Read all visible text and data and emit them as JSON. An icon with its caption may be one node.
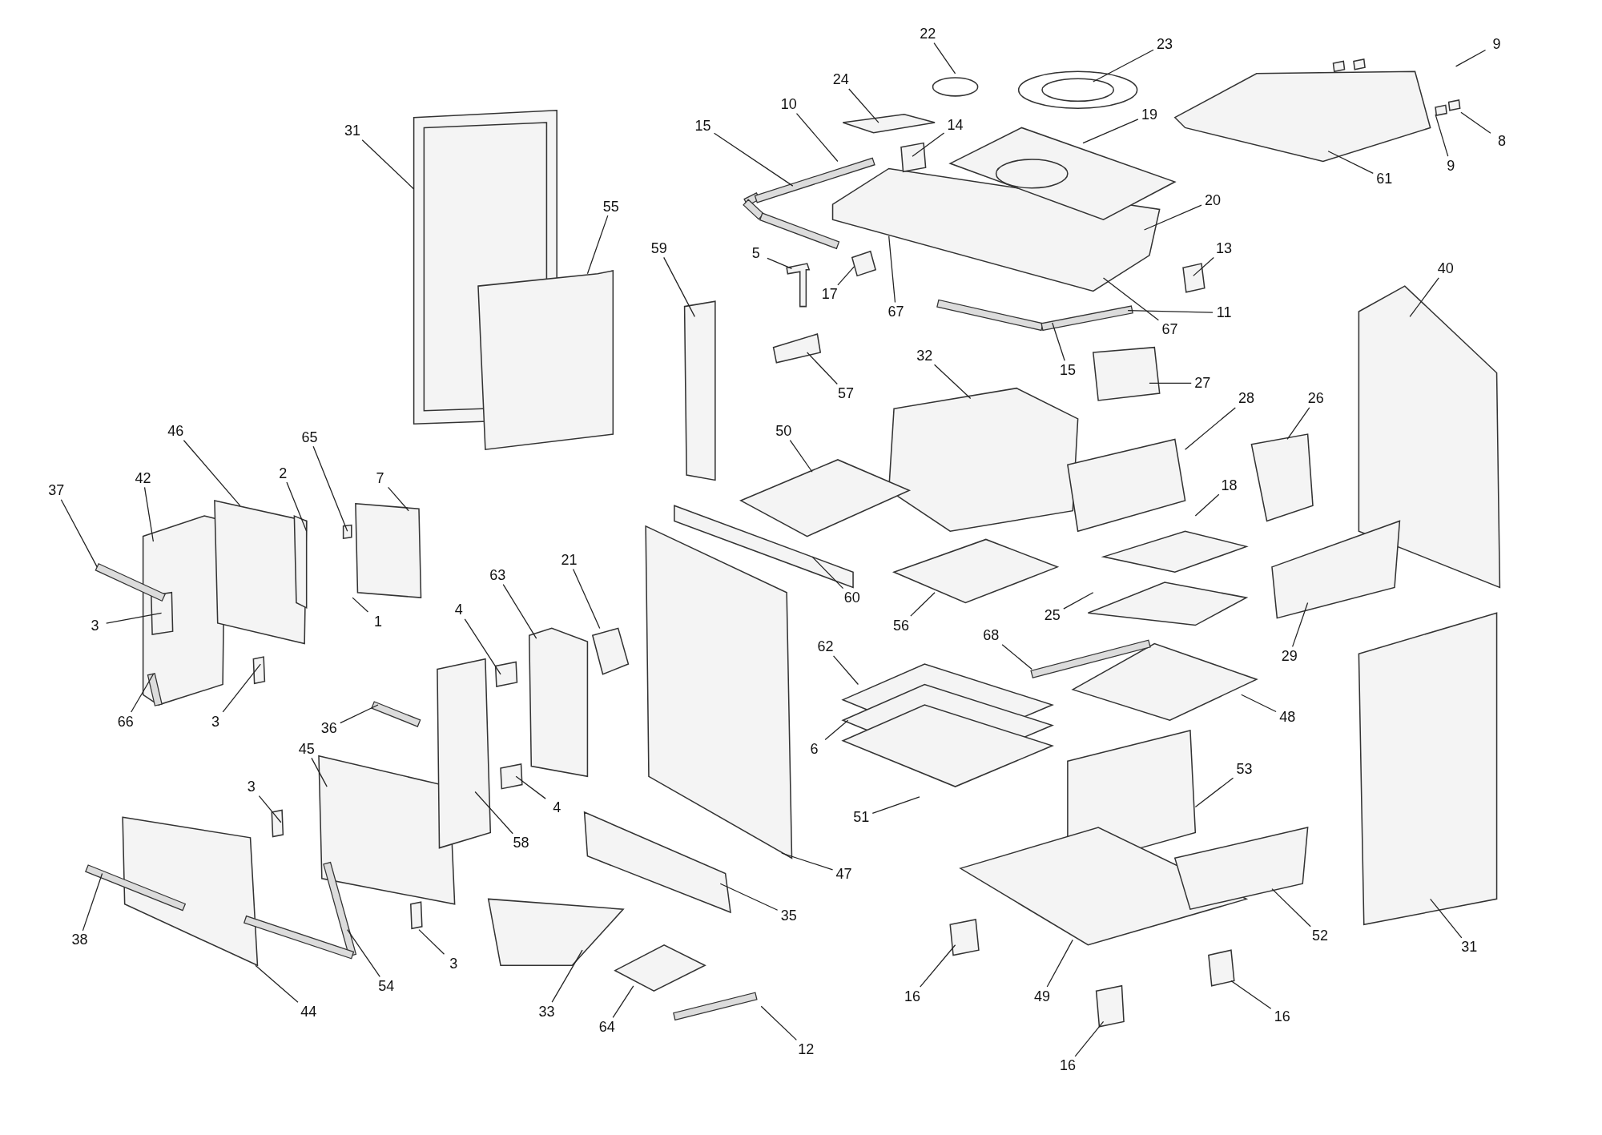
{
  "diagram": {
    "nodes": [
      {
        "text": [
          "31"
        ]
      },
      {
        "text": [
          "55"
        ]
      },
      {
        "text": [
          "59"
        ]
      },
      {
        "text": [
          "15"
        ]
      },
      {
        "text": [
          "10"
        ]
      },
      {
        "text": [
          "24"
        ]
      },
      {
        "text": [
          "22"
        ]
      },
      {
        "text": [
          "14"
        ]
      },
      {
        "text": [
          "23"
        ]
      },
      {
        "text": [
          "19"
        ]
      },
      {
        "text": [
          "9"
        ]
      },
      {
        "text": [
          "8"
        ]
      },
      {
        "text": [
          "9"
        ]
      },
      {
        "text": [
          "61"
        ]
      },
      {
        "text": [
          "5"
        ]
      },
      {
        "text": [
          "17"
        ]
      },
      {
        "text": [
          "67"
        ]
      },
      {
        "text": [
          "20"
        ]
      },
      {
        "text": [
          "67"
        ]
      },
      {
        "text": [
          "13"
        ]
      },
      {
        "text": [
          "11"
        ]
      },
      {
        "text": [
          "15"
        ]
      },
      {
        "text": [
          "57"
        ]
      },
      {
        "text": [
          "32"
        ]
      },
      {
        "text": [
          "27"
        ]
      },
      {
        "text": [
          "40"
        ]
      },
      {
        "text": [
          "28"
        ]
      },
      {
        "text": [
          "26"
        ]
      },
      {
        "text": [
          "18"
        ]
      },
      {
        "text": [
          "50"
        ]
      },
      {
        "text": [
          "42"
        ]
      },
      {
        "text": [
          "46"
        ]
      },
      {
        "text": [
          "65"
        ]
      },
      {
        "text": [
          "7"
        ]
      },
      {
        "text": [
          "37"
        ]
      },
      {
        "text": [
          "2"
        ]
      },
      {
        "text": [
          "3"
        ]
      },
      {
        "text": [
          "1"
        ]
      },
      {
        "text": [
          "66"
        ]
      },
      {
        "text": [
          "3"
        ]
      },
      {
        "text": [
          "63"
        ]
      },
      {
        "text": [
          "21"
        ]
      },
      {
        "text": [
          "4"
        ]
      },
      {
        "text": [
          "60"
        ]
      },
      {
        "text": [
          "56"
        ]
      },
      {
        "text": [
          "25"
        ]
      },
      {
        "text": [
          "29"
        ]
      },
      {
        "text": [
          "68"
        ]
      },
      {
        "text": [
          "62"
        ]
      },
      {
        "text": [
          "48"
        ]
      },
      {
        "text": [
          "36"
        ]
      },
      {
        "text": [
          "45"
        ]
      },
      {
        "text": [
          "6"
        ]
      },
      {
        "text": [
          "4"
        ]
      },
      {
        "text": [
          "58"
        ]
      },
      {
        "text": [
          "51"
        ]
      },
      {
        "text": [
          "53"
        ]
      },
      {
        "text": [
          "47"
        ]
      },
      {
        "text": [
          "3"
        ]
      },
      {
        "text": [
          "35"
        ]
      },
      {
        "text": [
          "31"
        ]
      },
      {
        "text": [
          "52"
        ]
      },
      {
        "text": [
          "38"
        ]
      },
      {
        "text": [
          "3"
        ]
      },
      {
        "text": [
          "54"
        ]
      },
      {
        "text": [
          "44"
        ]
      },
      {
        "text": [
          "33"
        ]
      },
      {
        "text": [
          "64"
        ]
      },
      {
        "text": [
          "12"
        ]
      },
      {
        "text": [
          "16"
        ]
      },
      {
        "text": [
          "49"
        ]
      },
      {
        "text": [
          "16"
        ]
      },
      {
        "text": [
          "16"
        ]
      }
    ],
    "edges": [
      {
        "from": 0,
        "to": null,
        "arrow": "none"
      },
      {
        "from": 1,
        "to": null,
        "arrow": "none"
      },
      {
        "from": 2,
        "to": null,
        "arrow": "none"
      },
      {
        "from": 3,
        "to": null,
        "arrow": "none"
      },
      {
        "from": 4,
        "to": null,
        "arrow": "none"
      },
      {
        "from": 5,
        "to": null,
        "arrow": "none"
      },
      {
        "from": 6,
        "to": null,
        "arrow": "none"
      },
      {
        "from": 7,
        "to": null,
        "arrow": "none"
      },
      {
        "from": 8,
        "to": null,
        "arrow": "none"
      },
      {
        "from": 9,
        "to": null,
        "arrow": "none"
      },
      {
        "from": 10,
        "to": null,
        "arrow": "none"
      },
      {
        "from": 11,
        "to": null,
        "arrow": "none"
      },
      {
        "from": 12,
        "to": null,
        "arrow": "none"
      },
      {
        "from": 13,
        "to": null,
        "arrow": "none"
      },
      {
        "from": 14,
        "to": null,
        "arrow": "none"
      },
      {
        "from": 15,
        "to": null,
        "arrow": "none"
      },
      {
        "from": 16,
        "to": null,
        "arrow": "none"
      },
      {
        "from": 17,
        "to": null,
        "arrow": "none"
      },
      {
        "from": 18,
        "to": null,
        "arrow": "none"
      },
      {
        "from": 19,
        "to": null,
        "arrow": "none"
      },
      {
        "from": 20,
        "to": null,
        "arrow": "none"
      },
      {
        "from": 21,
        "to": null,
        "arrow": "none"
      },
      {
        "from": 22,
        "to": null,
        "arrow": "none"
      },
      {
        "from": 23,
        "to": null,
        "arrow": "none"
      },
      {
        "from": 24,
        "to": null,
        "arrow": "none"
      },
      {
        "from": 25,
        "to": null,
        "arrow": "none"
      },
      {
        "from": 26,
        "to": null,
        "arrow": "none"
      },
      {
        "from": 27,
        "to": null,
        "arrow": "none"
      },
      {
        "from": 28,
        "to": null,
        "arrow": "none"
      },
      {
        "from": 29,
        "to": null,
        "arrow": "none"
      },
      {
        "from": 30,
        "to": null,
        "arrow": "none"
      },
      {
        "from": 31,
        "to": null,
        "arrow": "none"
      },
      {
        "from": 32,
        "to": null,
        "arrow": "none"
      },
      {
        "from": 33,
        "to": null,
        "arrow": "none"
      },
      {
        "from": 34,
        "to": null,
        "arrow": "none"
      },
      {
        "from": 35,
        "to": null,
        "arrow": "none"
      },
      {
        "from": 36,
        "to": null,
        "arrow": "none"
      },
      {
        "from": 37,
        "to": null,
        "arrow": "none"
      },
      {
        "from": 38,
        "to": null,
        "arrow": "none"
      },
      {
        "from": 39,
        "to": null,
        "arrow": "none"
      },
      {
        "from": 40,
        "to": null,
        "arrow": "none"
      },
      {
        "from": 41,
        "to": null,
        "arrow": "none"
      },
      {
        "from": 42,
        "to": null,
        "arrow": "none"
      },
      {
        "from": 43,
        "to": null,
        "arrow": "none"
      },
      {
        "from": 44,
        "to": null,
        "arrow": "none"
      },
      {
        "from": 45,
        "to": null,
        "arrow": "none"
      },
      {
        "from": 46,
        "to": null,
        "arrow": "none"
      },
      {
        "from": 47,
        "to": null,
        "arrow": "none"
      },
      {
        "from": 48,
        "to": null,
        "arrow": "none"
      },
      {
        "from": 49,
        "to": null,
        "arrow": "none"
      },
      {
        "from": 50,
        "to": null,
        "arrow": "none"
      },
      {
        "from": 51,
        "to": null,
        "arrow": "none"
      },
      {
        "from": 52,
        "to": null,
        "arrow": "none"
      },
      {
        "from": 53,
        "to": null,
        "arrow": "none"
      },
      {
        "from": 54,
        "to": null,
        "arrow": "none"
      },
      {
        "from": 55,
        "to": null,
        "arrow": "none"
      },
      {
        "from": 56,
        "to": null,
        "arrow": "none"
      },
      {
        "from": 57,
        "to": null,
        "arrow": "none"
      },
      {
        "from": 58,
        "to": null,
        "arrow": "none"
      },
      {
        "from": 59,
        "to": null,
        "arrow": "none"
      },
      {
        "from": 60,
        "to": null,
        "arrow": "none"
      },
      {
        "from": 61,
        "to": null,
        "arrow": "none"
      },
      {
        "from": 62,
        "to": null,
        "arrow": "none"
      },
      {
        "from": 63,
        "to": null,
        "arrow": "none"
      },
      {
        "from": 64,
        "to": null,
        "arrow": "none"
      },
      {
        "from": 65,
        "to": null,
        "arrow": "none"
      },
      {
        "from": 66,
        "to": null,
        "arrow": "none"
      },
      {
        "from": 67,
        "to": null,
        "arrow": "none"
      },
      {
        "from": 68,
        "to": null,
        "arrow": "none"
      },
      {
        "from": 69,
        "to": null,
        "arrow": "none"
      },
      {
        "from": 70,
        "to": null,
        "arrow": "none"
      },
      {
        "from": 71,
        "to": null,
        "arrow": "none"
      },
      {
        "from": 72,
        "to": null,
        "arrow": "none"
      }
    ]
  }
}
